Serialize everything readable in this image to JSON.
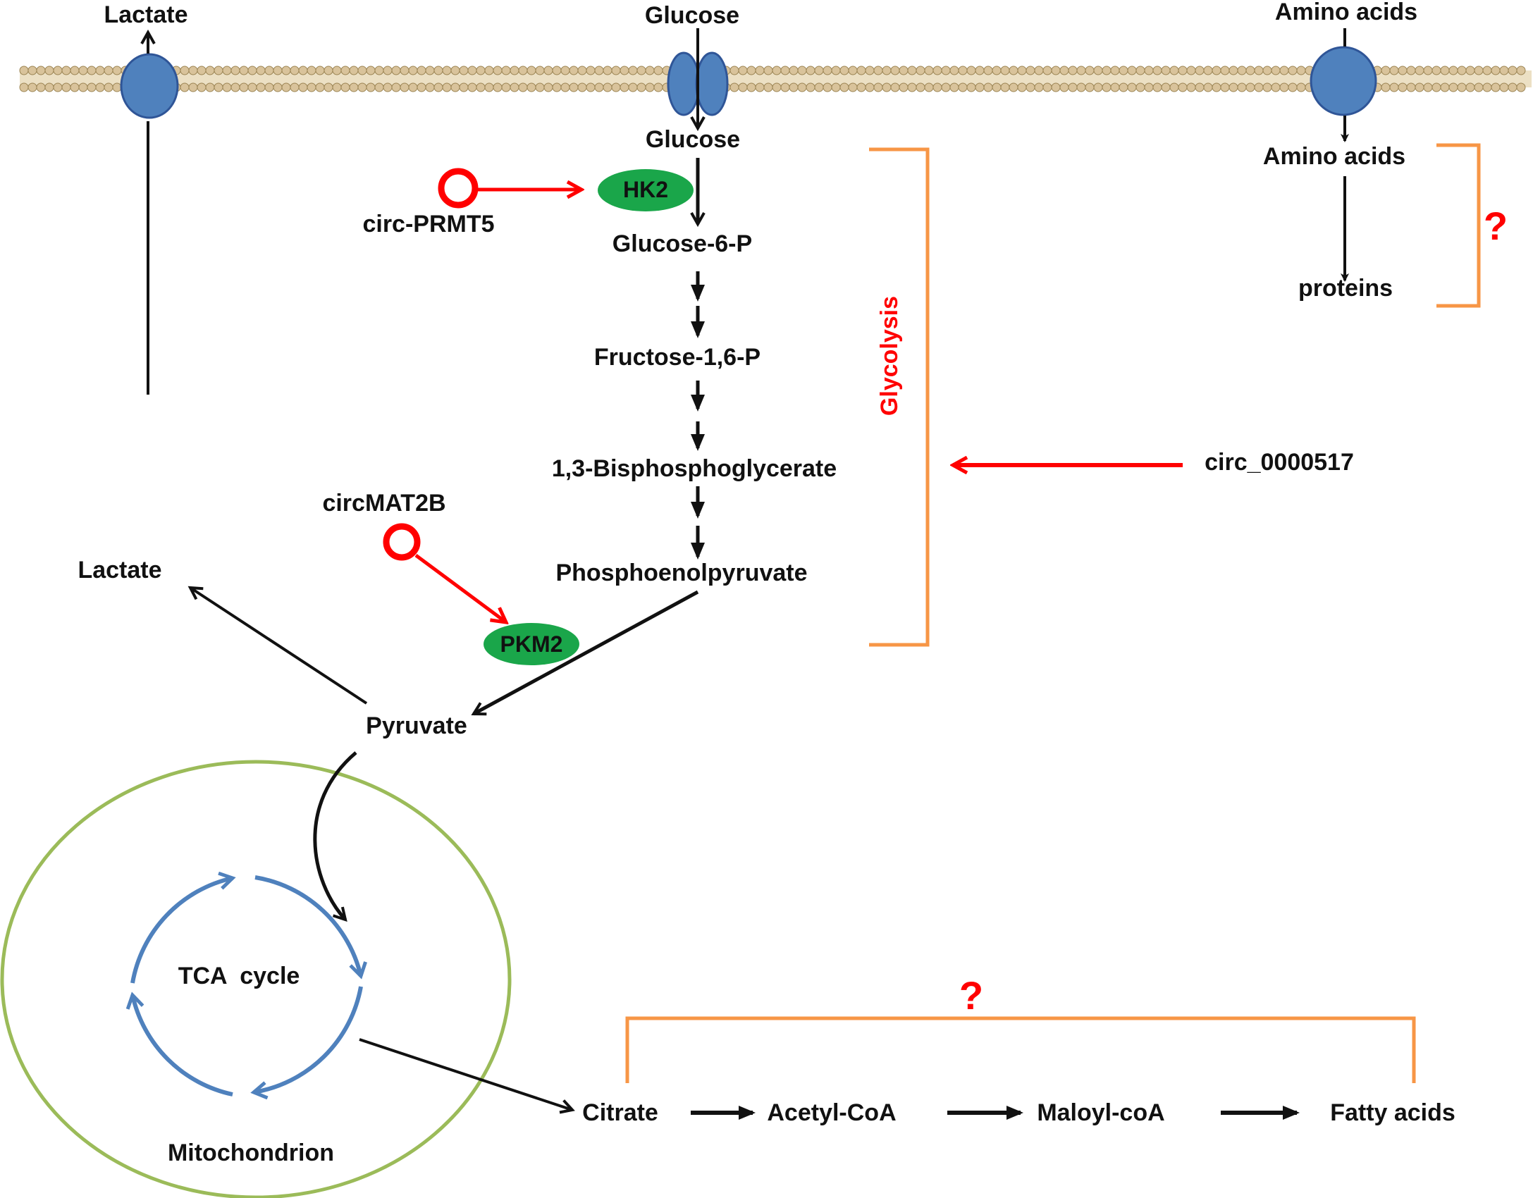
{
  "colors": {
    "membrane": "#d9c39b",
    "membrane_stroke": "#9c8554",
    "transporter": "#4f81bd",
    "transporter_stroke": "#2f5597",
    "enzyme": "#1aa64a",
    "inhibition": "#ff0000",
    "bracket": "#f79646",
    "mito": "#9bbb59",
    "tca": "#4f81bd",
    "text": "#111111"
  },
  "membrane": {
    "transporters": [
      {
        "name": "lactate-transporter",
        "outside_label": "Lactate"
      },
      {
        "name": "glucose-transporter",
        "outside_label": "Glucose"
      },
      {
        "name": "amino-acid-transporter",
        "outside_label": "Amino acids"
      }
    ]
  },
  "pathway": {
    "glucose_inside": "Glucose",
    "glucose_6p": "Glucose-6-P",
    "fructose_16p": "Fructose-1,6-P",
    "bisphosphoglycerate": "1,3-Bisphosphoglycerate",
    "pep": "Phosphoenolpyruvate",
    "pyruvate": "Pyruvate",
    "lactate_inside": "Lactate",
    "amino_acids_inside": "Amino acids",
    "proteins": "proteins"
  },
  "enzymes": {
    "hk2": "HK2",
    "pkm2": "PKM2"
  },
  "circrnas": {
    "circ_prmt5": "circ-PRMT5",
    "circmat2b": "circMAT2B",
    "circ_0000517": "circ_0000517"
  },
  "glycolysis_label": "Glycolysis",
  "unknown_mark_1": "?",
  "unknown_mark_2": "?",
  "mitochondrion": {
    "tca": "TCA  cycle",
    "label": "Mitochondrion"
  },
  "fatty_acid_path": [
    "Citrate",
    "Acetyl-CoA",
    "Maloyl-coA",
    "Fatty acids"
  ]
}
